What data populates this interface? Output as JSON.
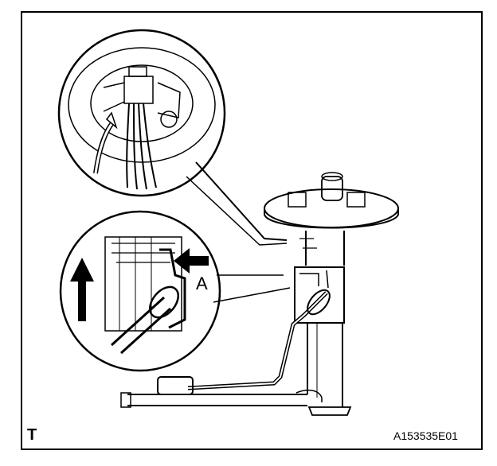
{
  "callout_label": "A",
  "corner_code": "T",
  "figure_id": "A153535E01",
  "colors": {
    "line": "#000000",
    "background": "#ffffff"
  },
  "icons": [
    "up-arrow-icon",
    "left-arrow-icon"
  ]
}
